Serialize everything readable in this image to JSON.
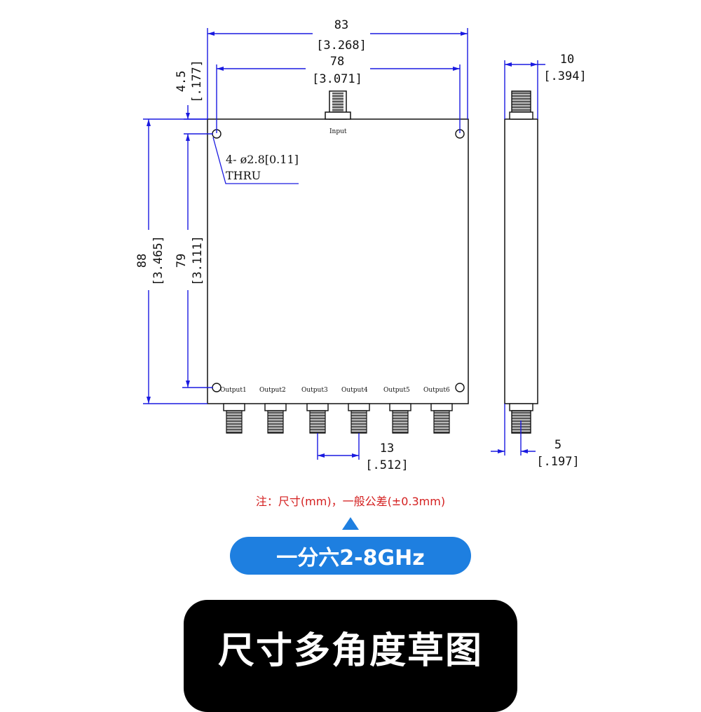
{
  "dimensions": {
    "overall_width": {
      "mm": "83",
      "inch": "[3.268]"
    },
    "hole_spacing_width": {
      "mm": "78",
      "inch": "[3.071]"
    },
    "hole_offset": {
      "mm": "4.5",
      "inch": "[.177]"
    },
    "overall_height": {
      "mm": "88",
      "inch": "[3.465]"
    },
    "hole_spacing_height": {
      "mm": "79",
      "inch": "[3.111]"
    },
    "thickness": {
      "mm": "10",
      "inch": "[.394]"
    },
    "connector_pitch": {
      "mm": "13",
      "inch": "[.512]"
    },
    "connector_offset": {
      "mm": "5",
      "inch": "[.197]"
    }
  },
  "hole_callout": {
    "line1": "4- ø2.8[0.11]",
    "line2": "THRU"
  },
  "port_labels": {
    "input": "Input",
    "outputs": [
      "Output1",
      "Output2",
      "Output3",
      "Output4",
      "Output5",
      "Output6"
    ]
  },
  "note": "注：尺寸(mm)，一般公差(±0.3mm)",
  "product_badge": "一分六2-8GHz",
  "banner_title": "尺寸多角度草图",
  "colors": {
    "dimension_line": "#1a1ae0",
    "accent": "#1e7fe0",
    "note": "#d42020"
  }
}
